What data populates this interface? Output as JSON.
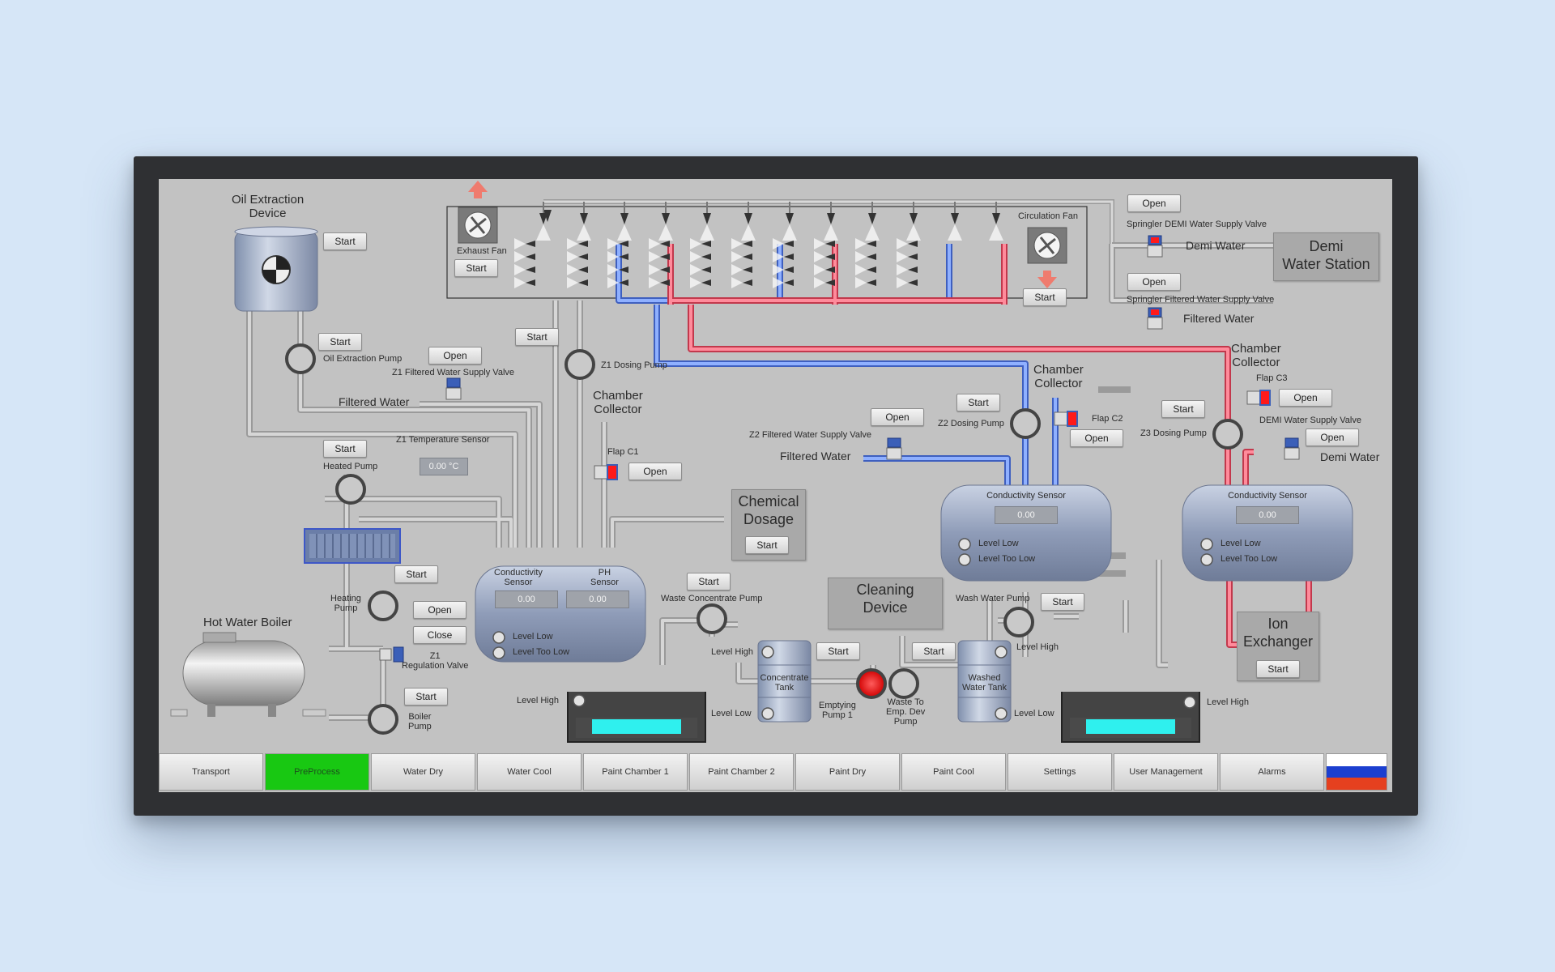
{
  "labels": {
    "oil_extraction_device": "Oil Extraction\nDevice",
    "oil_extraction_pump": "Oil Extraction Pump",
    "z1_filtered_valve": "Z1 Filtered Water Supply Valve",
    "filtered_water_1": "Filtered Water",
    "z1_temp_sensor": "Z1 Temperature Sensor",
    "z1_temp_value": "0.00 °C",
    "heated_pump": "Heated Pump",
    "heating_pump": "Heating\nPump",
    "hot_water_boiler": "Hot Water Boiler",
    "z1_regulation_valve": "Z1\nRegulation Valve",
    "boiler_pump": "Boiler\nPump",
    "exhaust_fan": "Exhaust Fan",
    "circulation_fan": "Circulation Fan",
    "z1_dosing_pump": "Z1 Dosing Pump",
    "chamber_collector_1": "Chamber\nCollector",
    "flap_c1": "Flap C1",
    "chemical_dosage": "Chemical\nDosage",
    "z1_conductivity": "Conductivity\nSensor",
    "z1_ph": "PH\nSensor",
    "z1_cond_value": "0.00",
    "z1_ph_value": "0.00",
    "level_low": "Level Low",
    "level_too_low": "Level Too Low",
    "level_high": "Level High",
    "waste_concentrate_pump": "Waste Concentrate Pump",
    "concentrate_tank": "Concentrate\nTank",
    "emptying_pump_1": "Emptying\nPump 1",
    "cleaning_device": "Cleaning\nDevice",
    "waste_to_emp": "Waste To\nEmp. Dev\nPump",
    "washed_water_tank": "Washed\nWater Tank",
    "wash_water_pump": "Wash Water Pump",
    "z2_filtered_valve": "Z2 Filtered Water Supply Valve",
    "filtered_water_2": "Filtered Water",
    "z2_dosing_pump": "Z2 Dosing Pump",
    "chamber_collector_2": "Chamber\nCollector",
    "flap_c2": "Flap C2",
    "conductivity_sensor": "Conductivity Sensor",
    "z2_cond_value": "0.00",
    "z3_dosing_pump": "Z3 Dosing Pump",
    "chamber_collector_3": "Chamber\nCollector",
    "flap_c3": "Flap C3",
    "demi_supply_valve": "DEMI Water Supply Valve",
    "demi_water_1": "Demi Water",
    "z3_cond_value": "0.00",
    "ion_exchanger": "Ion\nExchanger",
    "springler_demi_valve": "Springler DEMI Water Supply Valve",
    "demi_water_2": "Demi Water",
    "demi_water_station": "Demi\nWater Station",
    "springler_filtered_valve": "Springler Filtered Water Supply Valve",
    "filtered_water_3": "Filtered Water"
  },
  "buttons": {
    "start": "Start",
    "open": "Open",
    "close": "Close"
  },
  "tabs": [
    {
      "label": "Transport",
      "active": false
    },
    {
      "label": "PreProcess",
      "active": true
    },
    {
      "label": "Water Dry",
      "active": false
    },
    {
      "label": "Water Cool",
      "active": false
    },
    {
      "label": "Paint Chamber 1",
      "active": false
    },
    {
      "label": "Paint Chamber 2",
      "active": false
    },
    {
      "label": "Paint Dry",
      "active": false
    },
    {
      "label": "Paint Cool",
      "active": false
    },
    {
      "label": "Settings",
      "active": false
    },
    {
      "label": "User Management",
      "active": false
    },
    {
      "label": "Alarms",
      "active": false
    }
  ],
  "colors": {
    "pipe_blue": "#6b93e6",
    "pipe_red": "#e8677a",
    "pipe_grey": "#d4d4d4",
    "active_tab": "#18c812",
    "water": "#2ff0ee",
    "alarm_red": "#ff1a1a"
  },
  "language_flag": "russia-flag-icon"
}
